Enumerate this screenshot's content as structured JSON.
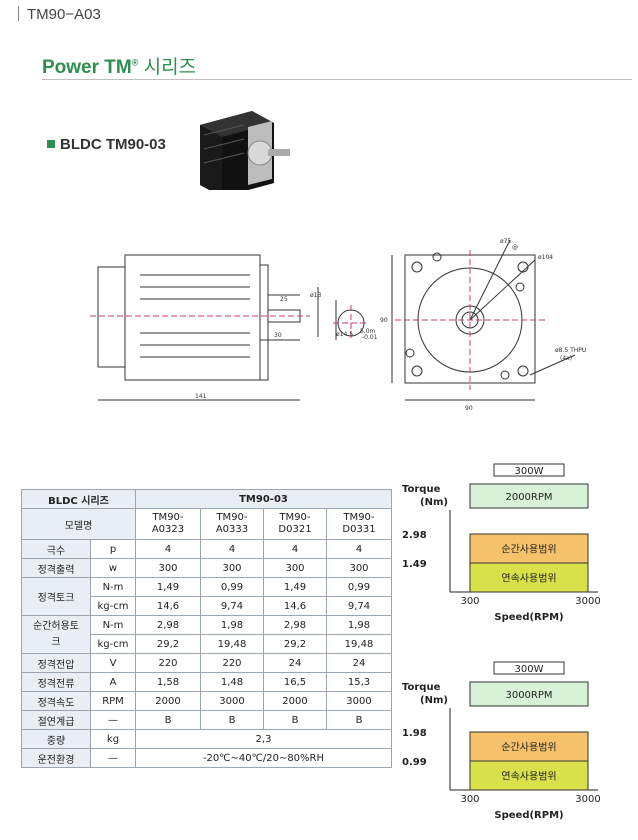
{
  "header": {
    "title": "TM90−A03"
  },
  "series": {
    "title": "Power TM",
    "registered": "®",
    "suffix": "시리즈"
  },
  "product": {
    "label": "BLDC TM90-03"
  },
  "drawing": {
    "side_dims": [
      "25",
      "ø13",
      "30",
      "141"
    ],
    "key_dims": [
      "ø14.5",
      "5.0m",
      "-0.01"
    ],
    "front_dims": [
      "ø75",
      "ø104",
      "90",
      "90",
      "ø8.5 THPU",
      "(4x)",
      "@"
    ]
  },
  "spec_table": {
    "title": "BLDC 시리즈",
    "series_name": "TM90-03",
    "model_label": "모델명",
    "models": [
      {
        "l1": "TM90-",
        "l2": "A0323"
      },
      {
        "l1": "TM90-",
        "l2": "A0333"
      },
      {
        "l1": "TM90-",
        "l2": "D0321"
      },
      {
        "l1": "TM90-",
        "l2": "D0331"
      }
    ],
    "rows": {
      "poles": {
        "label": "극수",
        "unit": "p",
        "values": [
          "4",
          "4",
          "4",
          "4"
        ]
      },
      "output": {
        "label": "정격출력",
        "unit": "w",
        "values": [
          "300",
          "300",
          "300",
          "300"
        ]
      },
      "torque_label": "정격토크",
      "torque_nm": {
        "unit": "N-m",
        "values": [
          "1,49",
          "0,99",
          "1,49",
          "0,99"
        ]
      },
      "torque_kgcm": {
        "unit": "kg-cm",
        "values": [
          "14,6",
          "9,74",
          "14,6",
          "9,74"
        ]
      },
      "peak_label1": "순간허용토",
      "peak_label2": "크",
      "peak_nm": {
        "unit": "N-m",
        "values": [
          "2,98",
          "1,98",
          "2,98",
          "1,98"
        ]
      },
      "peak_kgcm": {
        "unit": "kg-cm",
        "values": [
          "29,2",
          "19,48",
          "29,2",
          "19,48"
        ]
      },
      "voltage": {
        "label": "정격전압",
        "unit": "V",
        "values": [
          "220",
          "220",
          "24",
          "24"
        ]
      },
      "current": {
        "label": "정격전류",
        "unit": "A",
        "values": [
          "1,58",
          "1,48",
          "16,5",
          "15,3"
        ]
      },
      "speed": {
        "label": "정격속도",
        "unit": "RPM",
        "values": [
          "2000",
          "3000",
          "2000",
          "3000"
        ]
      },
      "insulation": {
        "label": "절연계급",
        "unit": "—",
        "values": [
          "B",
          "B",
          "B",
          "B"
        ]
      },
      "weight": {
        "label": "중량",
        "unit": "kg",
        "value": "2,3"
      },
      "environment": {
        "label": "운전환경",
        "unit": "—",
        "value": "-20℃∼40℃/20∼80%RH"
      }
    }
  },
  "chart_data": [
    {
      "type": "area",
      "title": "300W",
      "subtitle": "2000RPM",
      "xlabel": "Speed(RPM)",
      "ylabel_1": "Torque",
      "ylabel_2": "(Nm)",
      "x_ticks": [
        "300",
        "3000"
      ],
      "y_ticks": [
        "2.98",
        "1.49"
      ],
      "x": [
        300,
        3000
      ],
      "series": [
        {
          "name": "순간사용범위",
          "values": [
            2.98,
            2.98
          ],
          "color": "#f5c26b"
        },
        {
          "name": "연속사용범위",
          "values": [
            1.49,
            1.49
          ],
          "color": "#d9e14a"
        }
      ],
      "header_color": "#d8f2d8"
    },
    {
      "type": "area",
      "title": "300W",
      "subtitle": "3000RPM",
      "xlabel": "Speed(RPM)",
      "ylabel_1": "Torque",
      "ylabel_2": "(Nm)",
      "x_ticks": [
        "300",
        "3000"
      ],
      "y_ticks": [
        "1.98",
        "0.99"
      ],
      "x": [
        300,
        3000
      ],
      "series": [
        {
          "name": "순간사용범위",
          "values": [
            1.98,
            1.98
          ],
          "color": "#f5c26b"
        },
        {
          "name": "연속사용범위",
          "values": [
            0.99,
            0.99
          ],
          "color": "#d9e14a"
        }
      ],
      "header_color": "#d8f2d8"
    }
  ]
}
